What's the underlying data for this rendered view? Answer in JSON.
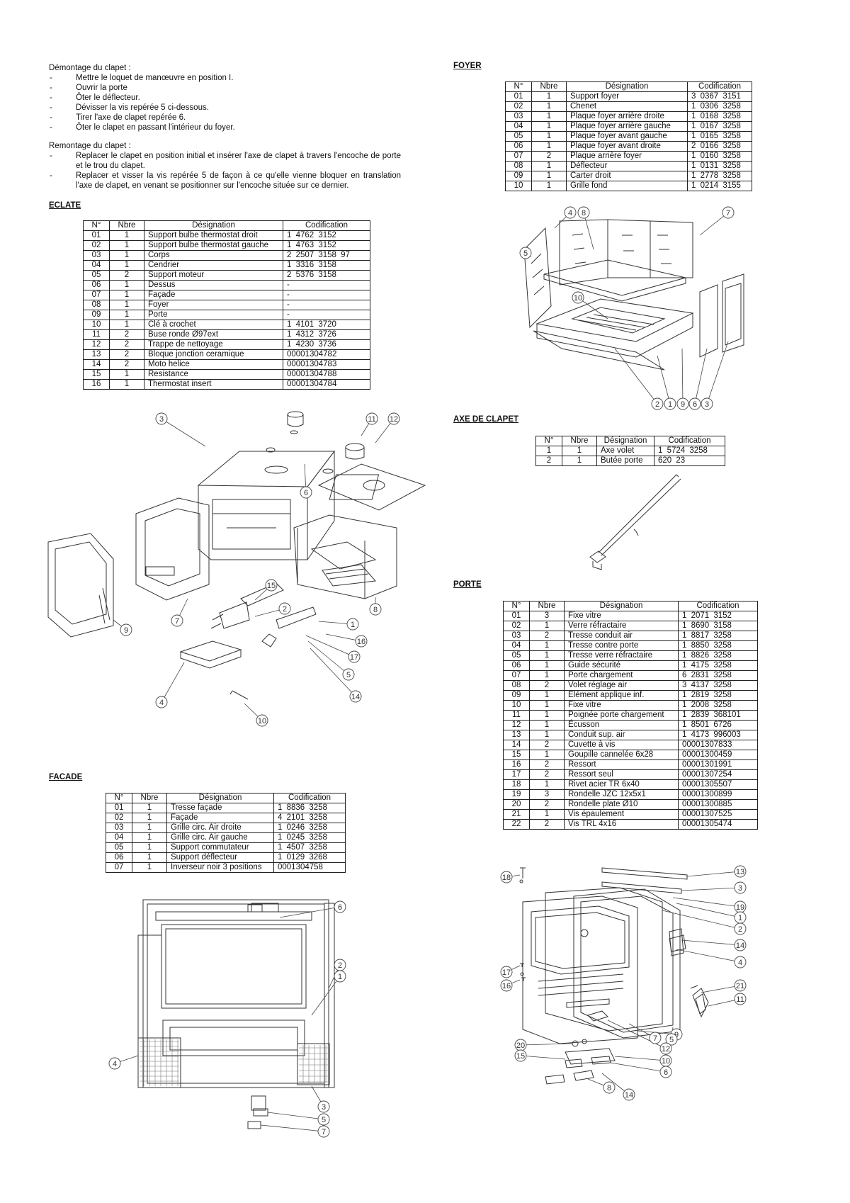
{
  "demontage": {
    "title": "Démontage du clapet :",
    "steps": [
      "Mettre le loquet de manœuvre en position I.",
      "Ouvrir la porte",
      "Ôter le déflecteur.",
      "Dévisser la vis repérée 5 ci-dessous.",
      "Tirer l'axe de clapet repérée 6.",
      "Ôter le clapet en passant l'intérieur du foyer."
    ]
  },
  "remontage": {
    "title": "Remontage du clapet :",
    "steps": [
      "Replacer le clapet en position initial et insérer l'axe de clapet à travers l'encoche de porte et le trou du clapet.",
      "Replacer et visser la vis repérée 5 de façon à ce qu'elle vienne bloquer en translation l'axe de clapet, en venant se positionner sur l'encoche située sur ce dernier."
    ]
  },
  "eclate": {
    "heading": "ECLATE",
    "columns": [
      "N°",
      "Nbre",
      "Désignation",
      "Codification"
    ],
    "rows": [
      [
        "01",
        "1",
        "Support bulbe thermostat droit",
        "1  4762  3152"
      ],
      [
        "02",
        "1",
        "Support bulbe thermostat gauche",
        "1  4763  3152"
      ],
      [
        "03",
        "1",
        "Corps",
        "2  2507  3158  97"
      ],
      [
        "04",
        "1",
        "Cendrier",
        "1  3316  3158"
      ],
      [
        "05",
        "2",
        "Support moteur",
        "2  5376  3158"
      ],
      [
        "06",
        "1",
        "Dessus",
        "-"
      ],
      [
        "07",
        "1",
        "Façade",
        "-"
      ],
      [
        "08",
        "1",
        "Foyer",
        "-"
      ],
      [
        "09",
        "1",
        "Porte",
        "-"
      ],
      [
        "10",
        "1",
        "Clé à crochet",
        "1  4101  3720"
      ],
      [
        "11",
        "2",
        "Buse ronde Ø97ext",
        "1  4312  3726"
      ],
      [
        "12",
        "2",
        "Trappe de nettoyage",
        "1  4230  3736"
      ],
      [
        "13",
        "2",
        "Bloque jonction ceramique",
        "00001304782"
      ],
      [
        "14",
        "2",
        "Moto helice",
        "00001304783"
      ],
      [
        "15",
        "1",
        "Resistance",
        "00001304788"
      ],
      [
        "16",
        "1",
        "Thermostat insert",
        "00001304784"
      ]
    ],
    "callouts": [
      "3",
      "11",
      "12",
      "6",
      "15",
      "2",
      "1",
      "16",
      "17",
      "5",
      "14",
      "8",
      "7",
      "9",
      "4",
      "10"
    ]
  },
  "facade": {
    "heading": "FACADE",
    "columns": [
      "N°",
      "Nbre",
      "Désignation",
      "Codification"
    ],
    "rows": [
      [
        "01",
        "1",
        "Tresse façade",
        "1  8836  3258"
      ],
      [
        "02",
        "1",
        "Façade",
        "4  2101  3258"
      ],
      [
        "03",
        "1",
        "Grille circ. Air droite",
        "1  0246  3258"
      ],
      [
        "04",
        "1",
        "Grille circ. Air gauche",
        "1  0245  3258"
      ],
      [
        "05",
        "1",
        "Support commutateur",
        "1  4507  3258"
      ],
      [
        "06",
        "1",
        "Support déflecteur",
        "1  0129  3268"
      ],
      [
        "07",
        "1",
        "Inverseur noir 3 positions",
        "0001304758"
      ]
    ],
    "callouts": [
      "6",
      "2",
      "1",
      "4",
      "3",
      "5",
      "7"
    ]
  },
  "foyer": {
    "heading": "FOYER",
    "columns": [
      "N°",
      "Nbre",
      "Désignation",
      "Codification"
    ],
    "rows": [
      [
        "01",
        "1",
        "Support foyer",
        "3  0367  3151"
      ],
      [
        "02",
        "1",
        "Chenet",
        "1  0306  3258"
      ],
      [
        "03",
        "1",
        "Plaque foyer arrière droite",
        "1  0168  3258"
      ],
      [
        "04",
        "1",
        "Plaque foyer arrière gauche",
        "1  0167  3258"
      ],
      [
        "05",
        "1",
        "Plaque foyer avant gauche",
        "1  0165  3258"
      ],
      [
        "06",
        "1",
        "Plaque foyer avant droite",
        "2  0166  3258"
      ],
      [
        "07",
        "2",
        "Plaque arrière foyer",
        "1  0160  3258"
      ],
      [
        "08",
        "1",
        "Déflecteur",
        "1  0131  3258"
      ],
      [
        "09",
        "1",
        "Carter droit",
        "1  2778  3258"
      ],
      [
        "10",
        "1",
        "Grille fond",
        "1  0214  3155"
      ]
    ],
    "callouts": [
      "4",
      "8",
      "7",
      "5",
      "10",
      "2",
      "1",
      "9",
      "6",
      "3"
    ]
  },
  "axe": {
    "heading": "AXE DE CLAPET",
    "columns": [
      "N°",
      "Nbre",
      "Désignation",
      "Codification"
    ],
    "rows": [
      [
        "1",
        "1",
        "Axe volet",
        "1  5724  3258"
      ],
      [
        "2",
        "1",
        "Butée porte",
        "620 23"
      ]
    ]
  },
  "porte": {
    "heading": "PORTE",
    "columns": [
      "N°",
      "Nbre",
      "Désignation",
      "Codification"
    ],
    "rows": [
      [
        "01",
        "3",
        "Fixe vitre",
        "1  2071  3152"
      ],
      [
        "02",
        "1",
        "Verre réfractaire",
        "1  8690  3158"
      ],
      [
        "03",
        "2",
        "Tresse conduit air",
        "1  8817  3258"
      ],
      [
        "04",
        "1",
        "Tresse contre porte",
        "1  8850  3258"
      ],
      [
        "05",
        "1",
        "Tresse verre réfractaire",
        "1  8826  3258"
      ],
      [
        "06",
        "1",
        "Guide sécurité",
        "1  4175  3258"
      ],
      [
        "07",
        "1",
        "Porte chargement",
        "6  2831  3258"
      ],
      [
        "08",
        "2",
        "Volet réglage air",
        "3  4137  3258"
      ],
      [
        "09",
        "1",
        "Elément applique inf.",
        "1  2819  3258"
      ],
      [
        "10",
        "1",
        "Fixe vitre",
        "1  2008  3258"
      ],
      [
        "11",
        "1",
        "Poignée porte chargement",
        "1  2839  368101"
      ],
      [
        "12",
        "1",
        "Écusson",
        "1  8501  6726"
      ],
      [
        "13",
        "1",
        "Conduit sup. air",
        "1  4173  996003"
      ],
      [
        "14",
        "2",
        "Cuvette à vis",
        "00001307833"
      ],
      [
        "15",
        "1",
        "Goupille cannelée 6x28",
        "00001300459"
      ],
      [
        "16",
        "2",
        "Ressort",
        "00001301991"
      ],
      [
        "17",
        "2",
        "Ressort seul",
        "00001307254"
      ],
      [
        "18",
        "1",
        "Rivet acier TR 6x40",
        "00001305507"
      ],
      [
        "19",
        "3",
        "Rondelle JZC 12x5x1",
        "00001300899"
      ],
      [
        "20",
        "2",
        "Rondelle plate Ø10",
        "00001300885"
      ],
      [
        "21",
        "1",
        "Vis épaulement",
        "00001307525"
      ],
      [
        "22",
        "2",
        "Vis TRL 4x16",
        "00001305474"
      ]
    ],
    "callouts": [
      "18",
      "17",
      "16",
      "13",
      "3",
      "19",
      "1",
      "2",
      "14",
      "4",
      "21",
      "11",
      "9",
      "7",
      "5",
      "12",
      "20",
      "15",
      "10",
      "6",
      "8",
      "14"
    ]
  }
}
